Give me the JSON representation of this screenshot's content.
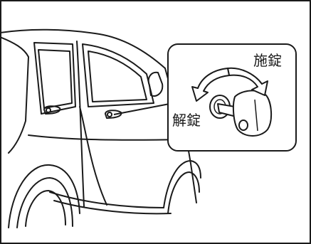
{
  "labels": {
    "lock": "施錠",
    "unlock": "解錠"
  },
  "colors": {
    "line": "#1a1a1a",
    "background": "#ffffff"
  },
  "icons": {
    "lock_arrow": "curved-arrow-clockwise",
    "unlock_arrow": "curved-arrow-counterclockwise",
    "key": "vehicle-key"
  }
}
